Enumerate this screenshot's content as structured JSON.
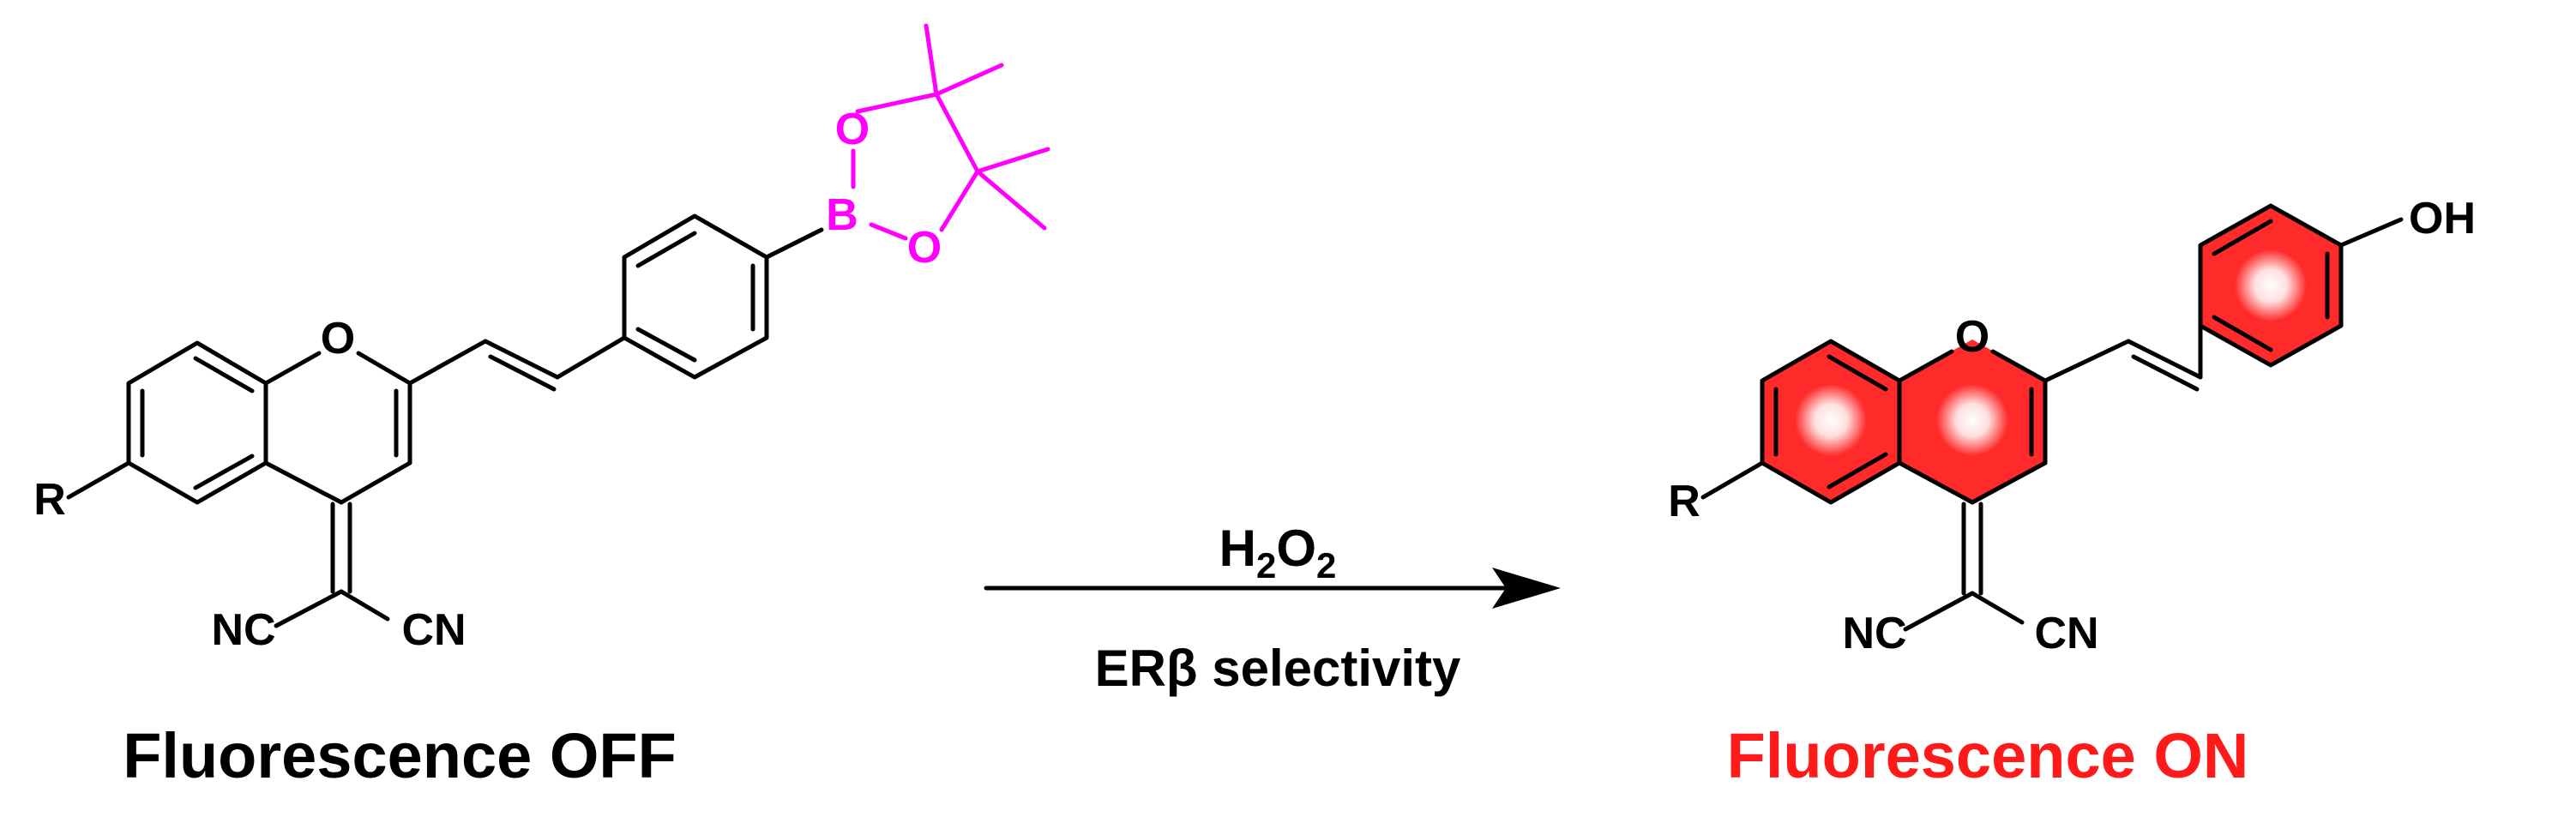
{
  "reactant": {
    "atoms": {
      "ring_o": "O",
      "substituent": "R",
      "nitrile_left": "NC",
      "nitrile_right": "CN",
      "boron": "B",
      "boronate_o1": "O",
      "boronate_o2": "O"
    },
    "caption": "Fluorescence OFF",
    "caption_color": "#000000",
    "boronate_color": "#ff00ff"
  },
  "reaction": {
    "reagent_main": "H",
    "reagent_sub1": "2",
    "reagent_mid": "O",
    "reagent_sub2": "2",
    "condition": "ERβ selectivity"
  },
  "product": {
    "atoms": {
      "ring_o": "O",
      "substituent": "R",
      "nitrile_left": "NC",
      "nitrile_right": "CN",
      "hydroxyl": "OH"
    },
    "caption": "Fluorescence ON",
    "caption_color": "#ff1a1a",
    "highlight_color": "#ff2a2a"
  }
}
